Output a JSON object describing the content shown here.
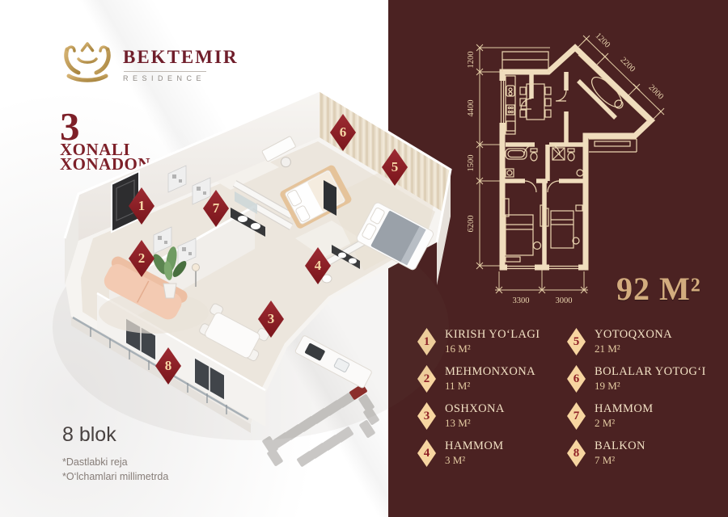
{
  "brand": {
    "name": "BEKTEMIR",
    "tagline": "RESIDENCE"
  },
  "title": {
    "number": "3",
    "line1": "XONALI",
    "line2": "XONADON"
  },
  "plan3d": {
    "markers": [
      "1",
      "2",
      "3",
      "4",
      "5",
      "6",
      "7",
      "8"
    ]
  },
  "plan2d": {
    "left_dims": [
      "1200",
      "4400",
      "1500",
      "6200"
    ],
    "diag_dims": [
      "1200",
      "2200",
      "2000"
    ],
    "bottom_dims": [
      "3300",
      "3000"
    ]
  },
  "area_label": "92 M²",
  "legend": [
    {
      "num": "1",
      "name": "KIRISH YO‘LAGI",
      "area": "16 M²"
    },
    {
      "num": "2",
      "name": "MEHMONXONA",
      "area": "11 M²"
    },
    {
      "num": "3",
      "name": "OSHXONA",
      "area": "13 M²"
    },
    {
      "num": "4",
      "name": "HAMMOM",
      "area": "3 M²"
    },
    {
      "num": "5",
      "name": "YOTOQXONA",
      "area": "21 M²"
    },
    {
      "num": "6",
      "name": "BOLALAR YOTOG‘I",
      "area": "19 M²"
    },
    {
      "num": "7",
      "name": "HAMMOM",
      "area": "2 M²"
    },
    {
      "num": "8",
      "name": "BALKON",
      "area": "7 M²"
    }
  ],
  "footer": {
    "block": "8 blok",
    "note1": "*Dastlabki reja",
    "note2": "*O‘lchamlari millimetrda"
  }
}
